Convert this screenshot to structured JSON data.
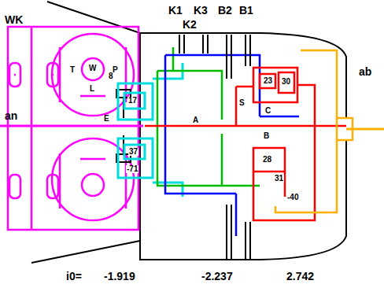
{
  "diagram": {
    "labels": [
      "WK",
      "an",
      "ab",
      "K1",
      "K3",
      "B2",
      "B1",
      "K2",
      "T",
      "W",
      "P",
      "L",
      "8",
      "17",
      "E",
      "37",
      "-71",
      "A",
      "S",
      "C",
      "B",
      "23",
      "30",
      "28",
      "31",
      "-40",
      "i0=",
      "-1.919",
      "-2.237",
      "2.742"
    ]
  }
}
